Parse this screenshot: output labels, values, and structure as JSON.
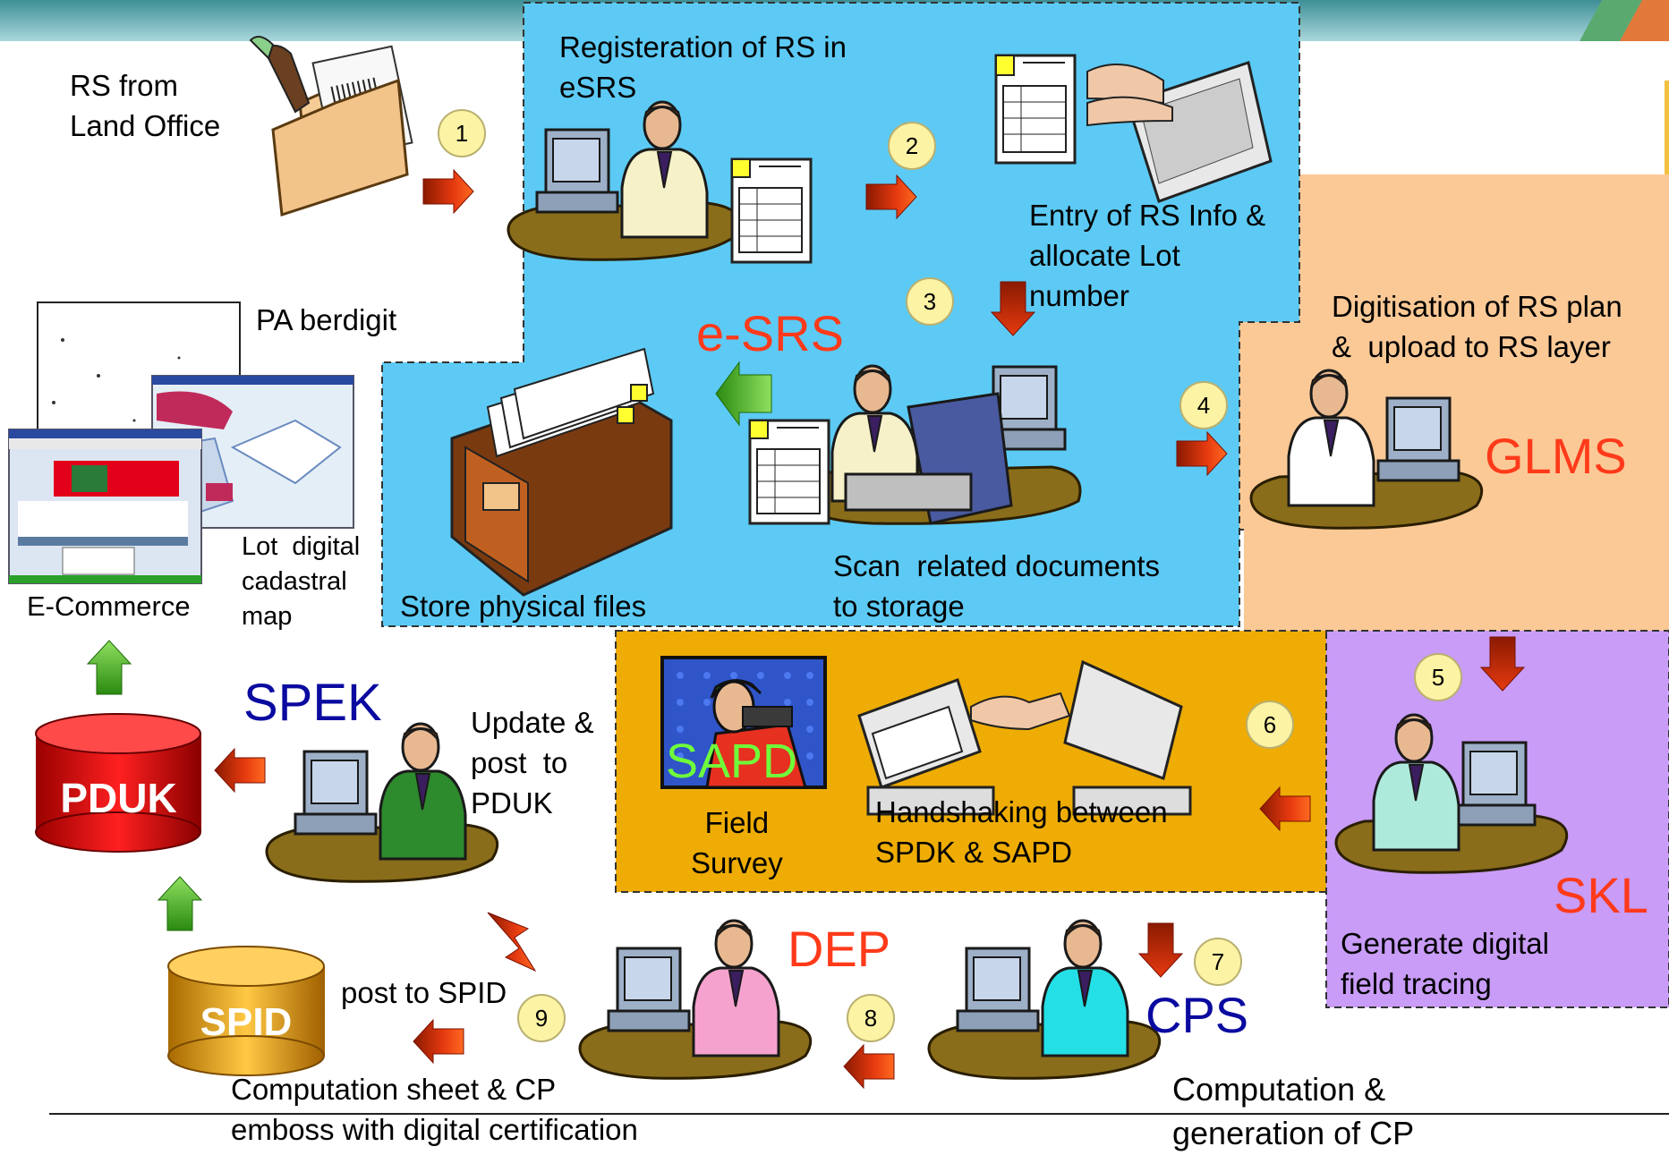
{
  "colors": {
    "blue_panel": "#5ccaf4",
    "peach_panel": "#fbc996",
    "orange_panel": "#eeac04",
    "purple_panel": "#c89cf7",
    "system_label_red": "#ff3a1a",
    "system_label_navy": "#0a0aa0",
    "step_badge": "#fdf3a4"
  },
  "labels": {
    "rs_from_land_office": "RS from\nLand Office",
    "registration": "Registeration of RS in\neSRS",
    "entry_rs_info": "Entry of RS Info &\nallocate Lot\nnumber",
    "digitisation": "Digitisation of RS plan\n&  upload to RS layer",
    "pa_berdigit": "PA berdigit",
    "store_physical": "Store physical files",
    "scan_related": "Scan  related documents\nto storage",
    "lot_digital": "Lot  digital\ncadastral\nmap",
    "ecommerce": "E-Commerce",
    "update_post": "Update &\npost  to\nPDUK",
    "field_survey": "Field\nSurvey",
    "handshaking": "Handshaking between\nSPDK & SAPD",
    "generate_digital": "Generate digital\nfield tracing",
    "post_to_spid": "post to SPID",
    "computation_sheet": "Computation sheet & CP\nemboss with digital certification",
    "computation_gen": "Computation &\ngeneration of CP"
  },
  "systems": {
    "esrs": "e-SRS",
    "glms": "GLMS",
    "spek": "SPEK",
    "sapd": "SAPD",
    "skl": "SKL",
    "dep": "DEP",
    "cps": "CPS"
  },
  "databases": {
    "pduk": "PDUK",
    "spid": "SPID"
  },
  "steps": [
    "1",
    "2",
    "3",
    "4",
    "5",
    "6",
    "7",
    "8",
    "9"
  ],
  "icons": [
    "office-worker-icon",
    "computer-icon",
    "document-form-icon",
    "keyboard-icon",
    "file-cabinet-icon",
    "scanner-icon",
    "handshake-computers-icon",
    "surveyor-icon",
    "database-cylinder-icon",
    "envelope-letter-icon",
    "screenshot-thumbnail-icon",
    "arrow-icon"
  ]
}
